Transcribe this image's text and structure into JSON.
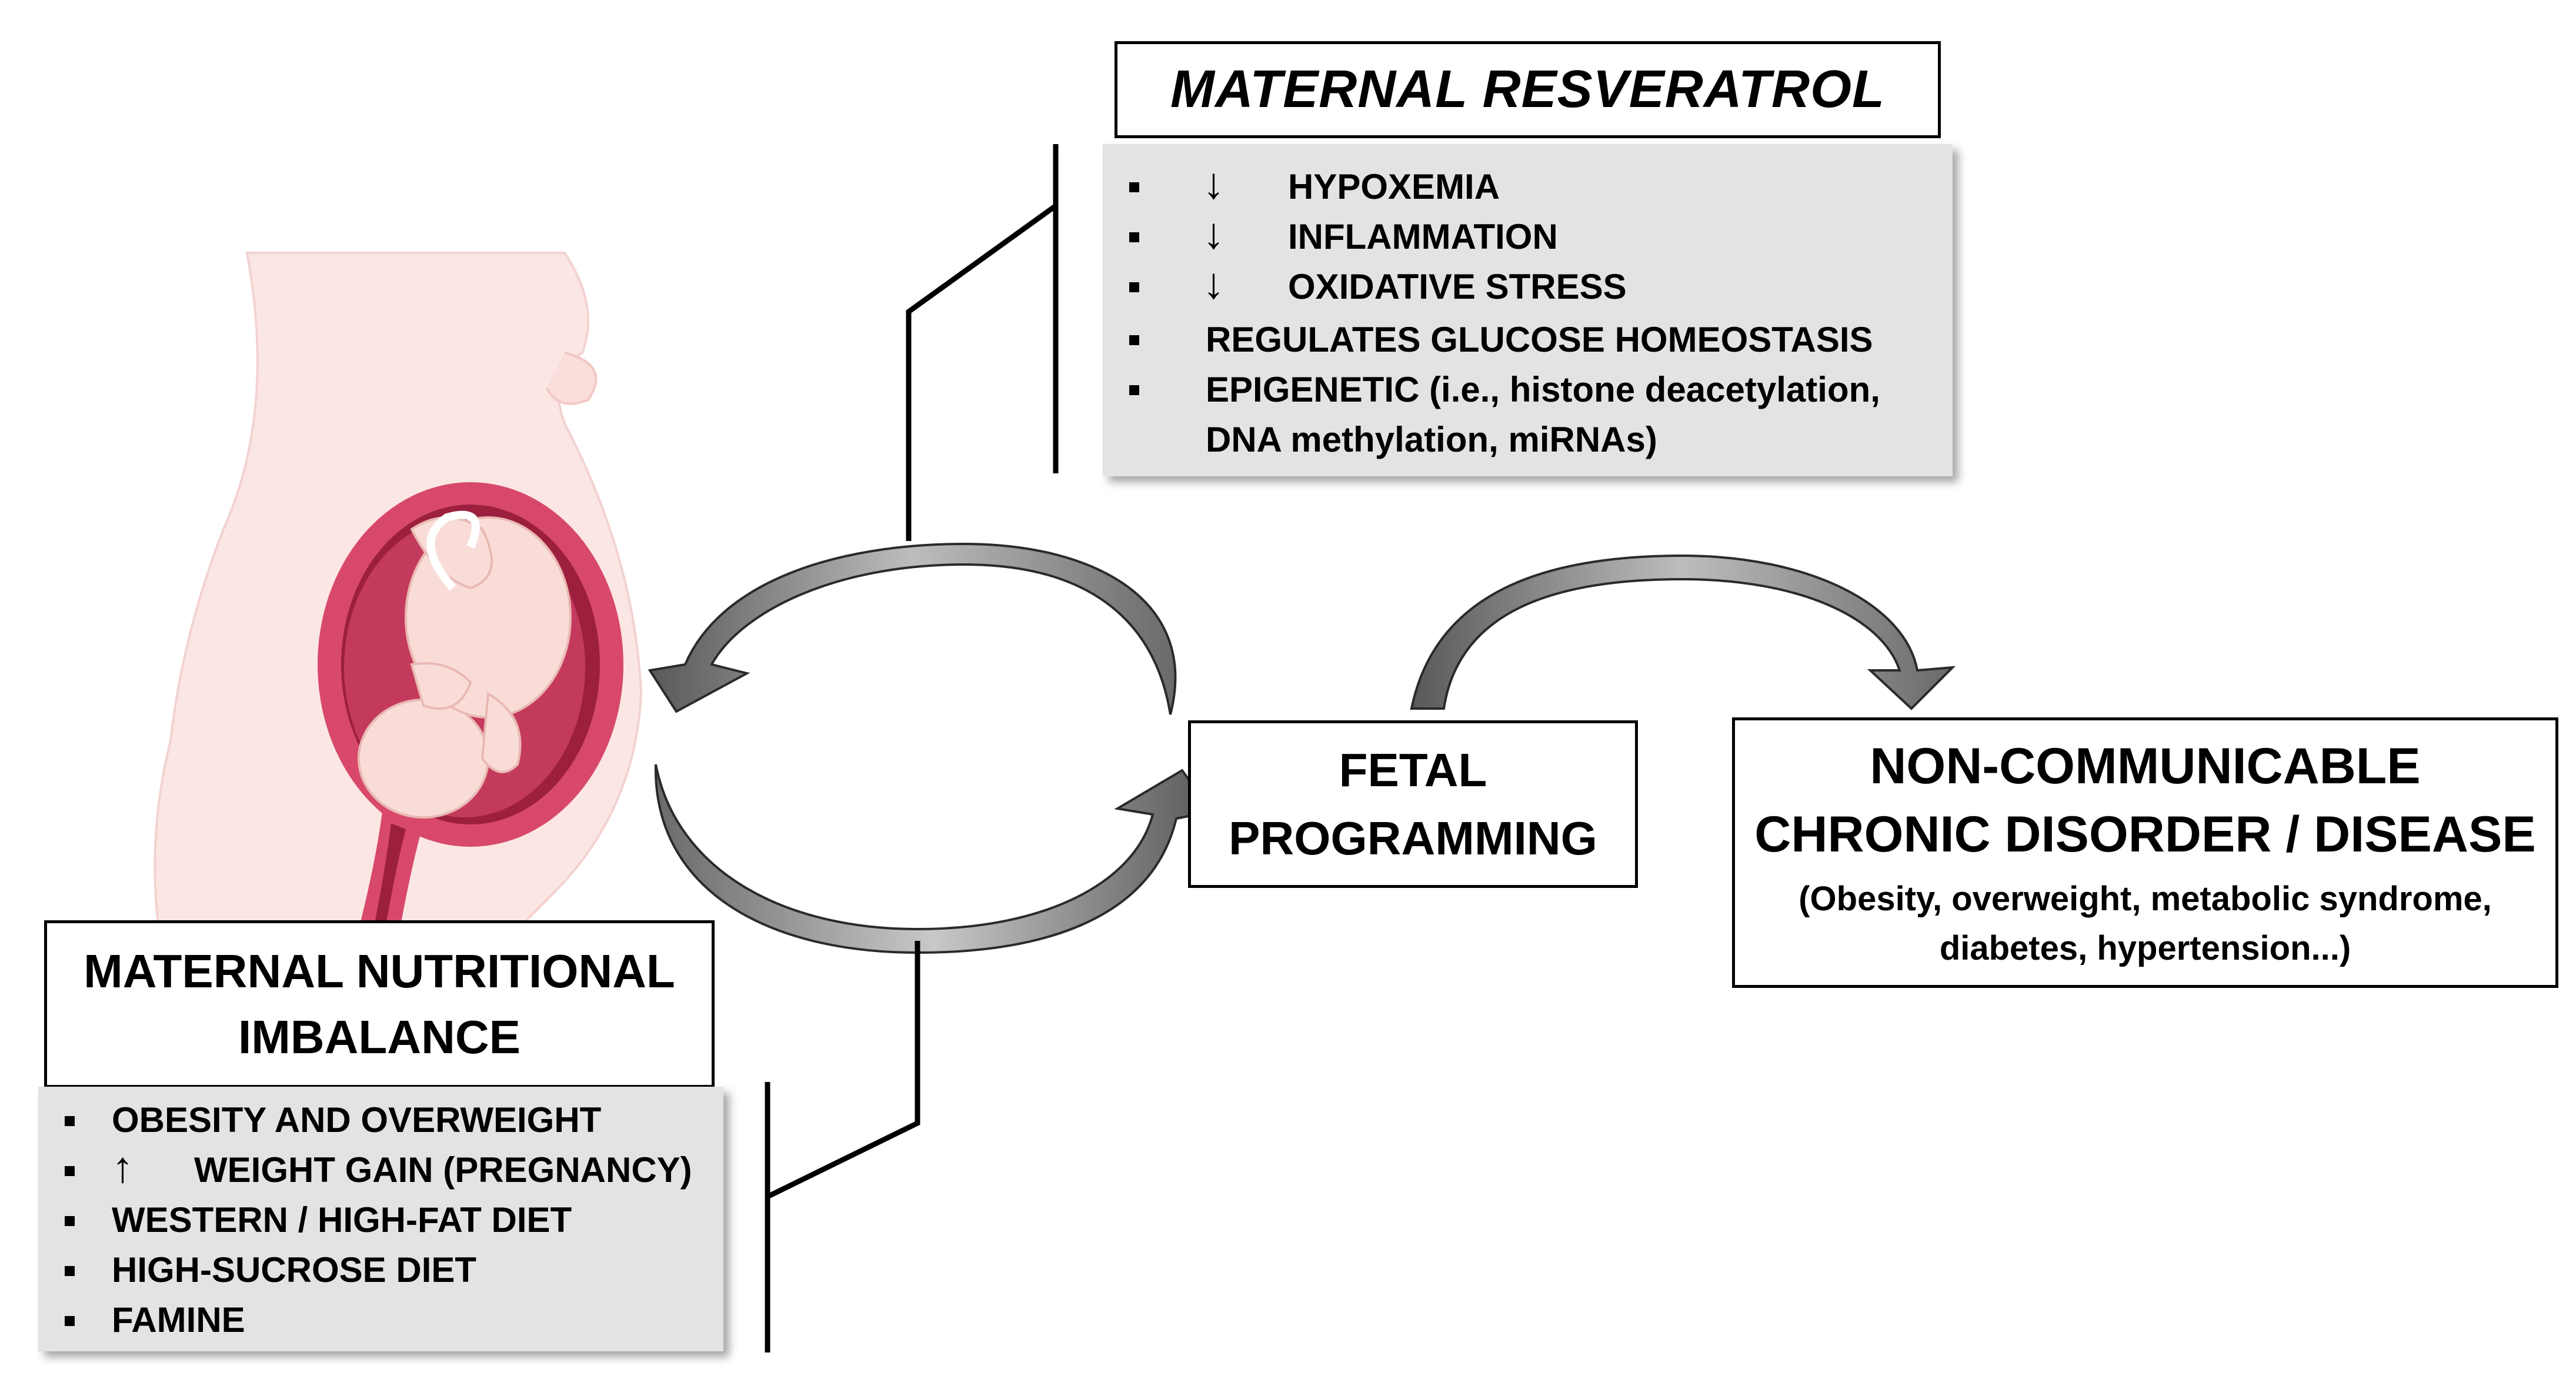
{
  "resveratrol": {
    "title": "MATERNAL RESVERATROL",
    "items": [
      {
        "text": "HYPOXEMIA",
        "arrow": "↓"
      },
      {
        "text": "INFLAMMATION",
        "arrow": "↓"
      },
      {
        "text": "OXIDATIVE STRESS",
        "arrow": "↓"
      },
      {
        "text": "REGULATES GLUCOSE HOMEOSTASIS",
        "arrow": ""
      },
      {
        "text": "EPIGENETIC (i.e., histone deacetylation,",
        "arrow": ""
      }
    ],
    "continuation": "DNA methylation, miRNAs)"
  },
  "fetal_programming": {
    "line1": "FETAL",
    "line2": "PROGRAMMING"
  },
  "disease": {
    "line1": "NON-COMMUNICABLE",
    "line2": "CHRONIC DISORDER / DISEASE",
    "sub1": "(Obesity, overweight, metabolic syndrome,",
    "sub2": "diabetes,  hypertension...)"
  },
  "nutritional": {
    "line1": "MATERNAL NUTRITIONAL",
    "line2": "IMBALANCE",
    "items": [
      {
        "text": "OBESITY AND OVERWEIGHT",
        "arrow": ""
      },
      {
        "text": "WEIGHT GAIN (PREGNANCY)",
        "arrow": "↑"
      },
      {
        "text": "WESTERN / HIGH-FAT DIET",
        "arrow": ""
      },
      {
        "text": "HIGH-SUCROSE DIET",
        "arrow": ""
      },
      {
        "text": "FAMINE",
        "arrow": ""
      }
    ]
  },
  "colors": {
    "panel": "#e3e3e3",
    "skin": "#fbe6e4",
    "uterus": "#d8486a",
    "uterus_dark": "#9c1f3e",
    "arrow_fill_light": "#c9c9c9",
    "arrow_fill_dark": "#5d5d5d"
  },
  "icons": [
    "pregnant-woman-illustration",
    "curved-arrow-left",
    "curved-arrow-right",
    "curved-arrow-disease"
  ]
}
